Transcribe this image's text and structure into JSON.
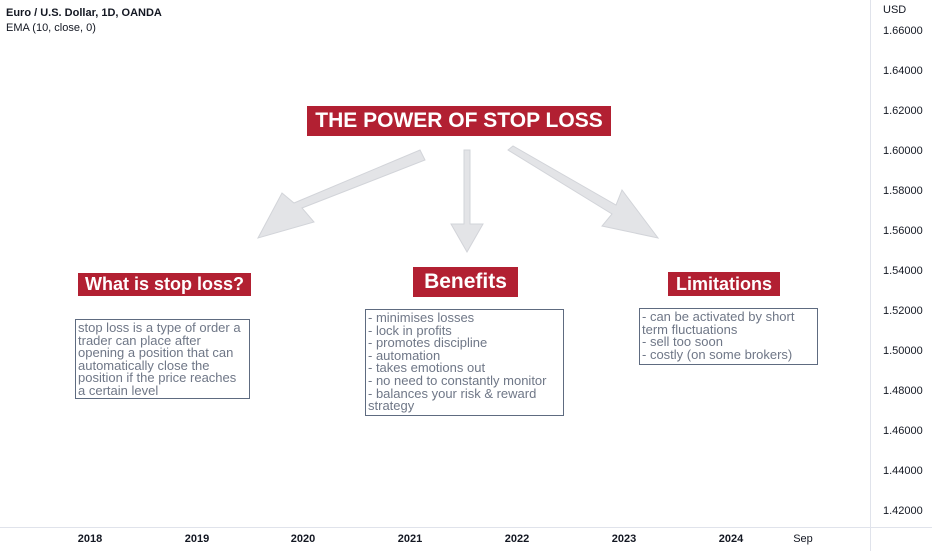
{
  "legend": {
    "symbol": "Euro / U.S. Dollar, 1D, OANDA",
    "indicator": "EMA (10, close, 0)"
  },
  "price_axis": {
    "currency": "USD",
    "ticks": [
      "1.66000",
      "1.64000",
      "1.62000",
      "1.60000",
      "1.58000",
      "1.56000",
      "1.54000",
      "1.52000",
      "1.50000",
      "1.48000",
      "1.46000",
      "1.44000",
      "1.42000"
    ]
  },
  "time_axis": {
    "ticks": [
      "2018",
      "2019",
      "2020",
      "2021",
      "2022",
      "2023",
      "2024",
      "Sep"
    ]
  },
  "drawings": {
    "main_title": "THE POWER OF STOP LOSS",
    "what": {
      "title": "What is stop loss?",
      "lines": [
        "stop loss is a type of order a",
        "trader can place after",
        "opening a position that can",
        "automatically close the",
        "position if the price reaches",
        "a certain level"
      ]
    },
    "benefits": {
      "title": "Benefits",
      "lines": [
        "- minimises losses",
        "- lock in profits",
        "- promotes discipline",
        "- automation",
        "- takes emotions out",
        "- no need to constantly monitor",
        "- balances your risk & reward",
        "strategy"
      ]
    },
    "limitations": {
      "title": "Limitations",
      "lines": [
        "- can be activated by short",
        "term fluctuations",
        "- sell too soon",
        "- costly (on some brokers)"
      ]
    }
  },
  "colors": {
    "label_background": "#b22032",
    "label_text": "#ffffff",
    "box_border": "#5e6b80",
    "box_text": "#6f7787",
    "arrow_fill": "#e3e4e7"
  }
}
